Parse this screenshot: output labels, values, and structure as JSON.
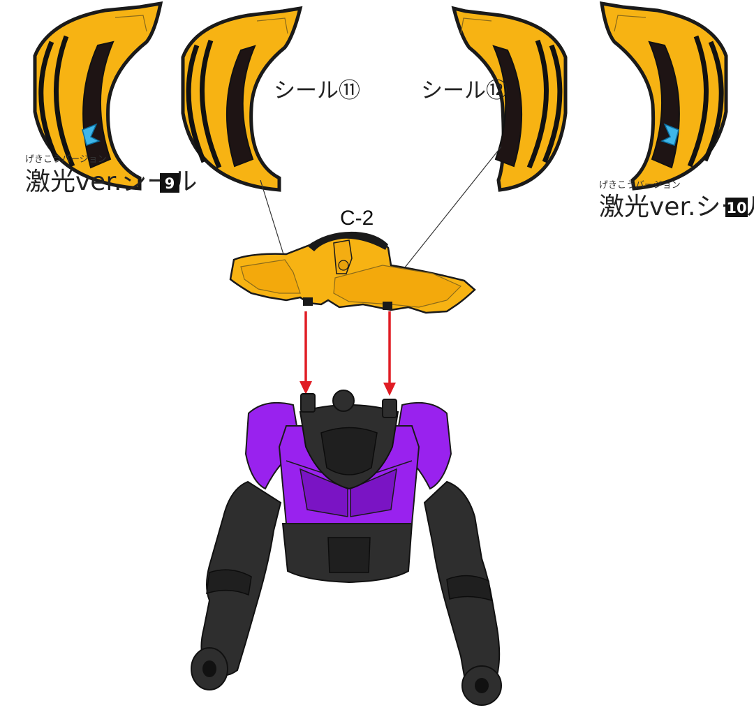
{
  "labels": {
    "sticker_11": "シール⑪",
    "sticker_12": "シール⑫",
    "gekikou_sticker_9": {
      "ruby": "げきこうバージョン",
      "text": "激光ver.シール",
      "badge": "9"
    },
    "gekikou_sticker_10": {
      "ruby": "げきこうバージョン",
      "text": "激光ver.シール",
      "badge": "10"
    },
    "part": "C-2"
  },
  "colors": {
    "gold": "#f7b313",
    "purple": "#9922ee",
    "black": "#2e2e2e",
    "arrow_red": "#e01c24",
    "accent_blue": "#3fb6e8"
  }
}
